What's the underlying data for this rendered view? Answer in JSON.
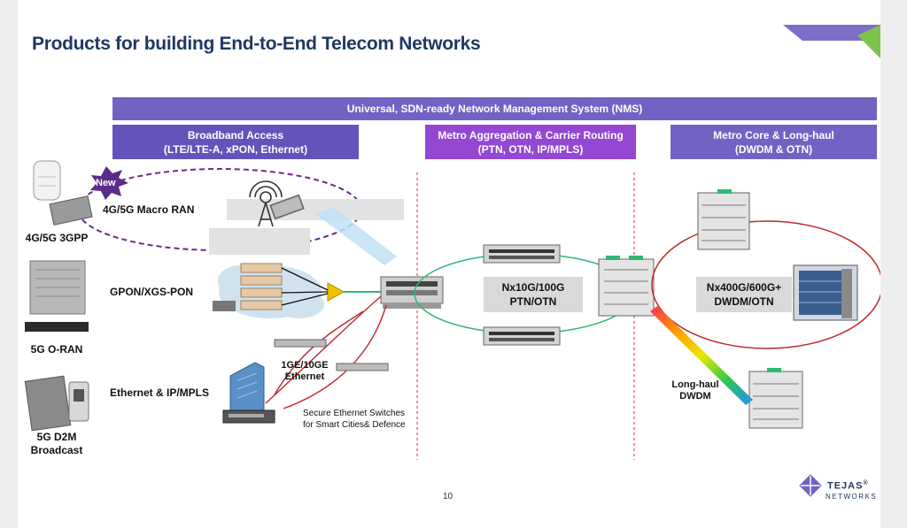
{
  "title": "Products for building End-to-End Telecom Networks",
  "nms_bar": "Universal, SDN-ready Network Management System (NMS)",
  "segments": {
    "access": {
      "line1": "Broadband Access",
      "line2": "(LTE/LTE-A, xPON, Ethernet)"
    },
    "metro": {
      "line1": "Metro Aggregation & Carrier Routing",
      "line2": "(PTN, OTN, IP/MPLS)"
    },
    "core": {
      "line1": "Metro Core & Long-haul",
      "line2": "(DWDM & OTN)"
    }
  },
  "left_devices": [
    {
      "label": "4G/5G 3GPP"
    },
    {
      "label": "5G O-RAN"
    },
    {
      "label_line1": "5G D2M",
      "label_line2": "Broadcast"
    }
  ],
  "badge": "New",
  "rows": {
    "ran": "4G/5G Macro RAN",
    "pon": "GPON/XGS-PON",
    "ethernet": "Ethernet & IP/MPLS"
  },
  "labels": {
    "ge_line1": "1GE/10GE",
    "ge_line2": "Ethernet",
    "secure_line1": "Secure Ethernet Switches",
    "secure_line2": "for Smart Cities& Defence",
    "ptn_line1": "Nx10G/100G",
    "ptn_line2": "PTN/OTN",
    "dwdm_line1": "Nx400G/600G+",
    "dwdm_line2": "DWDM/OTN",
    "longhaul_line1": "Long-haul",
    "longhaul_line2": "DWDM"
  },
  "page_number": "10",
  "logo": {
    "name": "TEJAS",
    "sub": "NETWORKS",
    "reg": "®"
  },
  "colors": {
    "title": "#1f3864",
    "nms": "#7262c4",
    "access": "#6453bb",
    "metro": "#9347d3",
    "core": "#7262c4",
    "green_ring": "#2eb872",
    "red_ring": "#c0282b",
    "divider": "#d03030"
  }
}
